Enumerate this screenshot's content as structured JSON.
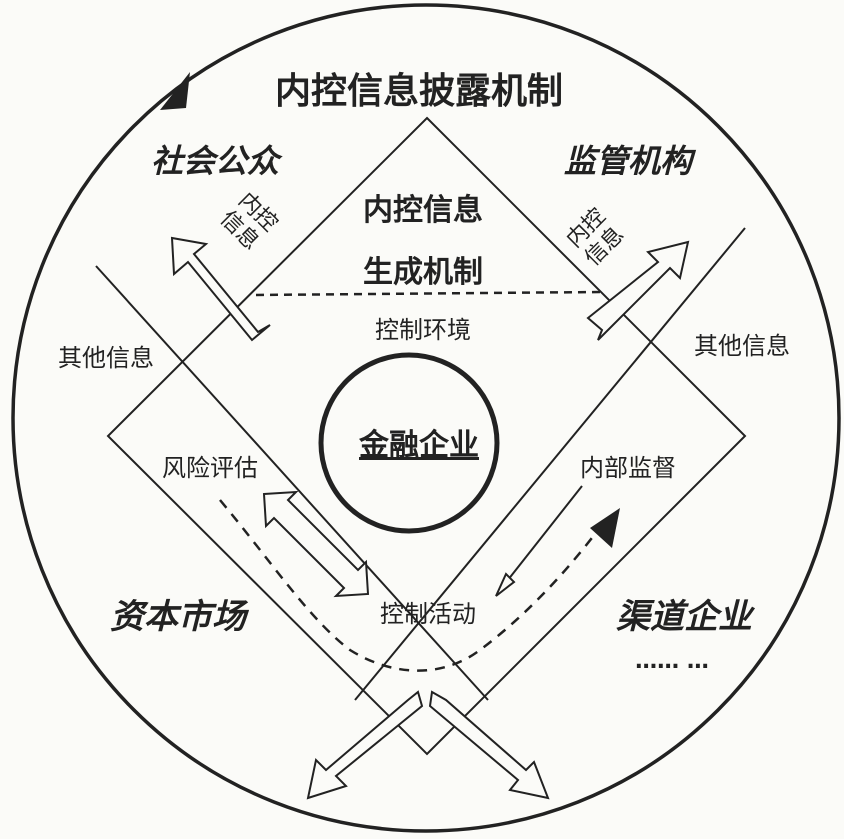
{
  "title": "内控信息披露机制",
  "core": "金融企业",
  "generation": {
    "line1": "内控信息",
    "line2": "生成机制"
  },
  "components": {
    "environment": "控制环境",
    "risk": "风险评估",
    "activities": "控制活动",
    "supervision": "内部监督"
  },
  "stakeholders": {
    "public": "社会公众",
    "regulator": "监管机构",
    "capital_market": "资本市场",
    "channel": "渠道企业",
    "ellipsis": "…… …"
  },
  "flows": {
    "left_arrow_label_1": "内控",
    "left_arrow_label_2": "信息",
    "right_arrow_label_1": "内控",
    "right_arrow_label_2": "信息",
    "other_left": "其他信息",
    "other_right": "其他信息"
  }
}
